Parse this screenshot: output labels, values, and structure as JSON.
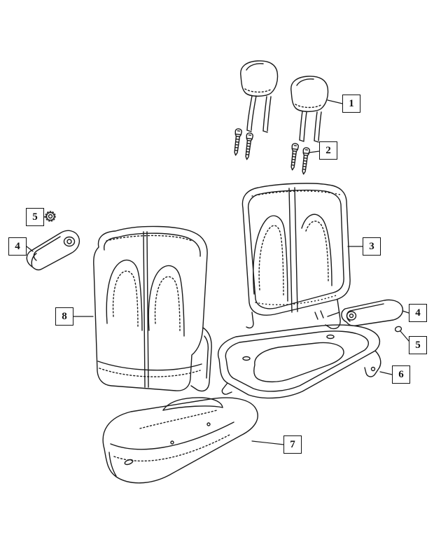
{
  "diagram": {
    "type": "exploded-parts-diagram",
    "subject": "rear-seat-assembly",
    "background_color": "#ffffff",
    "line_color": "#1a1a1a",
    "callouts": [
      {
        "number": "1",
        "part": "headrest"
      },
      {
        "number": "2",
        "part": "headrest-guide-screws"
      },
      {
        "number": "3",
        "part": "seat-back-rear-cover"
      },
      {
        "number": "5",
        "part": "armrest-grommet-left"
      },
      {
        "number": "4",
        "part": "armrest-left"
      },
      {
        "number": "8",
        "part": "seat-back-front-cover"
      },
      {
        "number": "4",
        "part": "armrest-right"
      },
      {
        "number": "5",
        "part": "armrest-grommet-right"
      },
      {
        "number": "6",
        "part": "seat-cushion-pad"
      },
      {
        "number": "7",
        "part": "seat-cushion-cover"
      }
    ]
  }
}
